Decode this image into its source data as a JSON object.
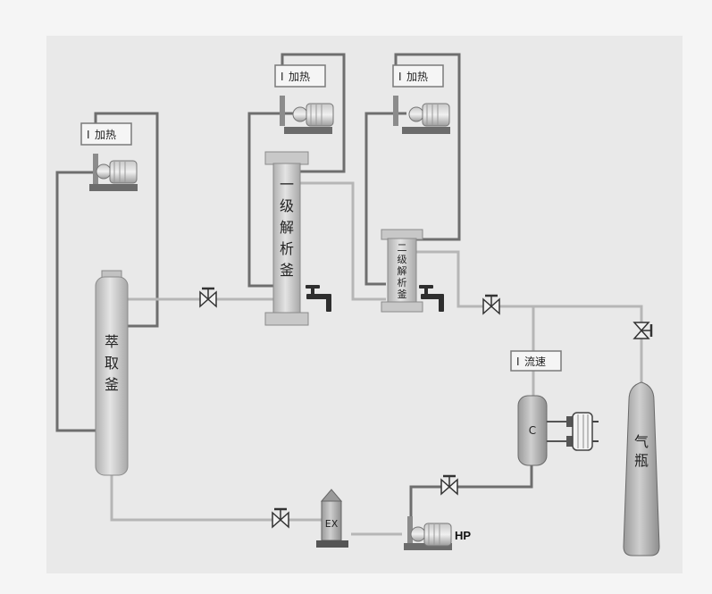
{
  "heater_label": "加热",
  "flow_label": "流速",
  "extraction_vessel": [
    "萃",
    "取",
    "釜"
  ],
  "separator1": [
    "一",
    "级",
    "解",
    "析",
    "釜"
  ],
  "separator2": [
    "二",
    "级",
    "解",
    "析",
    "釜"
  ],
  "gas_cylinder": [
    "气",
    "瓶"
  ],
  "condenser_label": "C",
  "exchanger_label": "EX",
  "pump_label": "HP",
  "indicator_glyph": "I",
  "colors": {
    "line_dark": "#707070",
    "line_light": "#b8b8b8",
    "vessel_fill": "#d2d2d2",
    "panel": "#e9e9e9"
  }
}
